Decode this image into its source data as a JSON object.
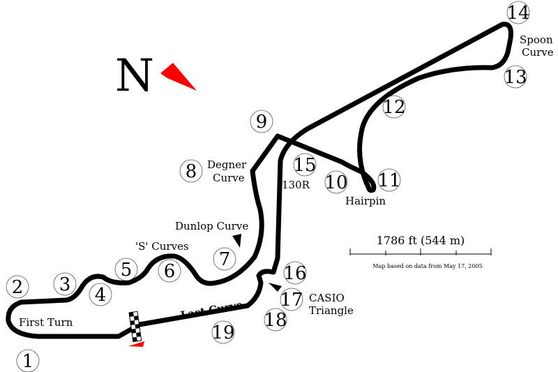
{
  "map": {
    "north_label": "N",
    "scale_label": "1786 ft (544 m)",
    "data_note": "Map based on data from May 17, 2005",
    "colors": {
      "track": "#000000",
      "arrow": "#ff0000",
      "flag_dark": "#000000",
      "flag_light": "#ffffff"
    },
    "turns": [
      "1",
      "2",
      "3",
      "4",
      "5",
      "6",
      "7",
      "8",
      "9",
      "10",
      "11",
      "12",
      "13",
      "14",
      "15",
      "16",
      "17",
      "18",
      "19"
    ],
    "corners": {
      "first_turn": "First Turn",
      "s_curves": "'S' Curves",
      "dunlop": "Dunlop Curve",
      "degner_1": "Degner",
      "degner_2": "Curve",
      "r130": "130R",
      "hairpin": "Hairpin",
      "spoon_1": "Spoon",
      "spoon_2": "Curve",
      "casio_1": "CASIO",
      "casio_2": "Triangle",
      "last_curve": "Last Curve"
    }
  }
}
